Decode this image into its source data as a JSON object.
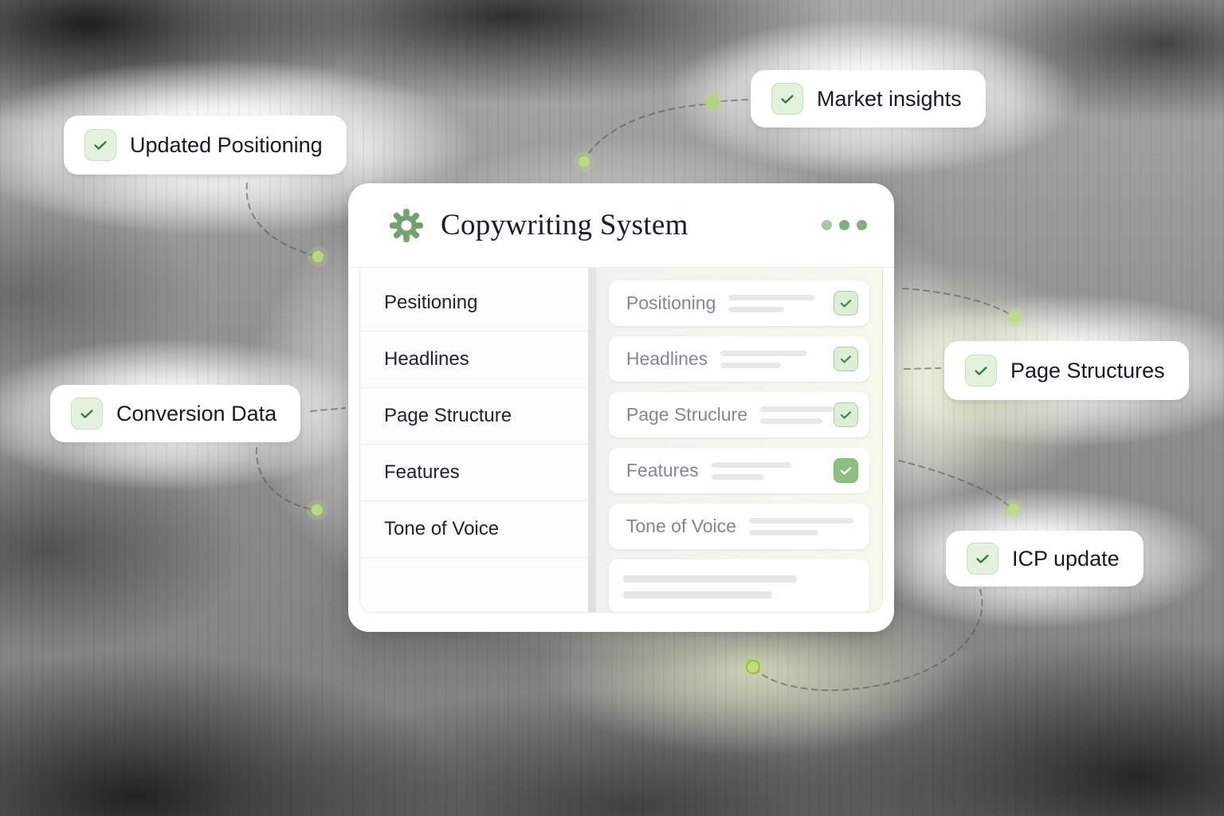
{
  "card": {
    "title": "Copywriting System",
    "menu": "ellipsis-menu",
    "rows": [
      {
        "label": "Pesitioning",
        "card_label": "Positioning",
        "checkbox": "light"
      },
      {
        "label": "Headlines",
        "card_label": "Headlines",
        "checkbox": "light"
      },
      {
        "label": "Page Structure",
        "card_label": "Page Struclure",
        "checkbox": "light"
      },
      {
        "label": "Features",
        "card_label": "Features",
        "checkbox": "filled"
      },
      {
        "label": "Tone of Voice",
        "card_label": "Tone of Voice",
        "checkbox": "none"
      }
    ]
  },
  "badges": [
    {
      "label": "Updated Positioning"
    },
    {
      "label": "Market insights"
    },
    {
      "label": "Conversion Data"
    },
    {
      "label": "Page Structures"
    },
    {
      "label": "ICP update"
    }
  ],
  "colors": {
    "accent_green": "#73a26e",
    "checkbox_bg": "#e4f2dd",
    "checkmark": "#2f7d46",
    "filled_checkbox": "#8cc082",
    "connector_dot": "#bedc84",
    "dash_line": "#4a5547"
  }
}
